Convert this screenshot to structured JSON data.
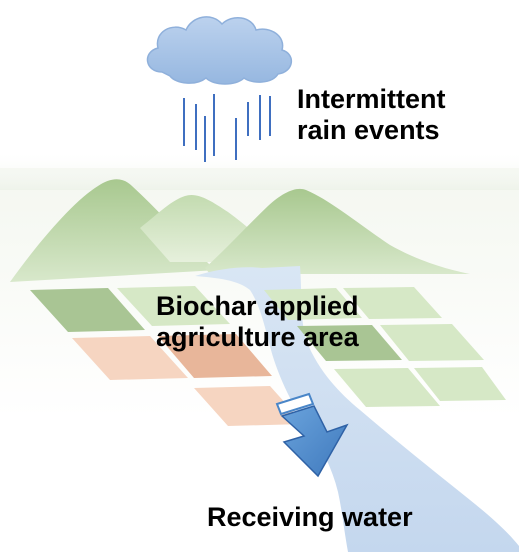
{
  "labels": {
    "rain": [
      "Intermittent",
      "rain events"
    ],
    "area": [
      "Biochar applied",
      "agriculture area"
    ],
    "water": "Receiving water"
  },
  "colors": {
    "cloud": "#a9c4e6",
    "cloud_edge": "#8fb0db",
    "rain": "#3f6fc0",
    "mountain": "#b8d3a3",
    "mountain_light": "#dcebd0",
    "field_dark_green": "#a9c594",
    "field_light_green": "#d6e8c6",
    "field_dark_orange": "#e8b69a",
    "field_light_orange": "#f6d5c1",
    "river": "#c9daee",
    "arrow": "#4a86c8",
    "arrow_edge": "#2f62a6"
  },
  "icons": {
    "cloud": "cloud-icon",
    "rain": "rain-drops",
    "arrow": "runoff-arrow"
  }
}
